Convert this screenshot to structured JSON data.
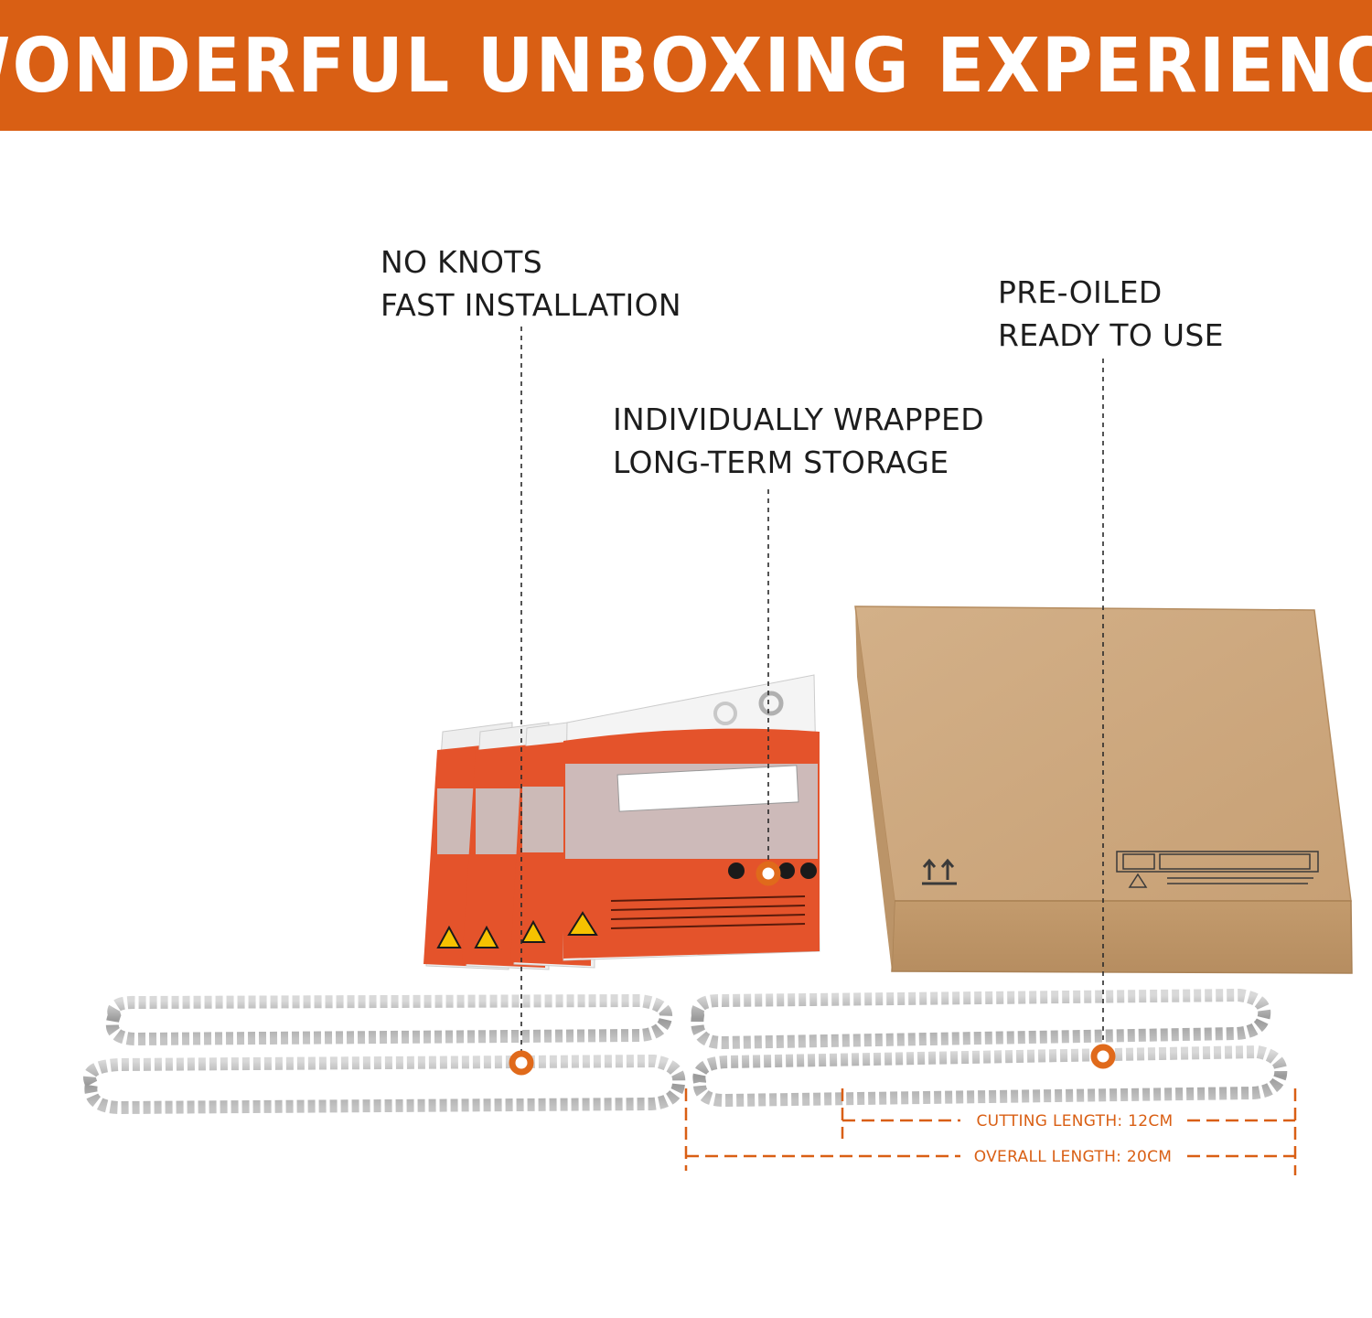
{
  "banner": {
    "title": "WONDERFUL UNBOXING EXPERIENCE"
  },
  "callouts": [
    {
      "line1": "NO KNOTS",
      "line2": "FAST INSTALLATION"
    },
    {
      "line1": "INDIVIDUALLY WRAPPED",
      "line2": "LONG-TERM STORAGE"
    },
    {
      "line1": "PRE-OILED",
      "line2": "READY TO USE"
    }
  ],
  "dimensions": {
    "cutting": "CUTTING LENGTH: 12CM",
    "overall": "OVERALL LENGTH: 20CM"
  },
  "colors": {
    "accent": "#d95f14",
    "cardboard": "#c9a47a",
    "bag": "#e0552e"
  }
}
